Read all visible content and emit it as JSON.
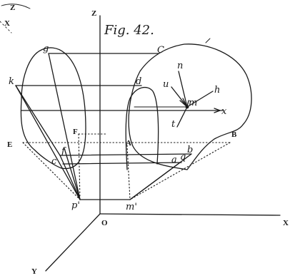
{
  "figure": {
    "title": "Fig. 42.",
    "axes": {
      "z_top": "Z",
      "z_upper_left": "Z",
      "x_upper_left": "X",
      "x_right": "X",
      "y": "Y",
      "origin": "O"
    },
    "points": {
      "g": "g",
      "C": "C",
      "k": "k",
      "d": "d",
      "n": "n",
      "u": "u",
      "m": "m",
      "h": "h",
      "x": "x",
      "t": "t",
      "F": "F",
      "E": "E",
      "A": "A",
      "B": "B",
      "f": "f",
      "c": "c",
      "a": "a",
      "q": "q",
      "b": "b",
      "p_prime": "p'",
      "m_prime": "m'"
    }
  }
}
